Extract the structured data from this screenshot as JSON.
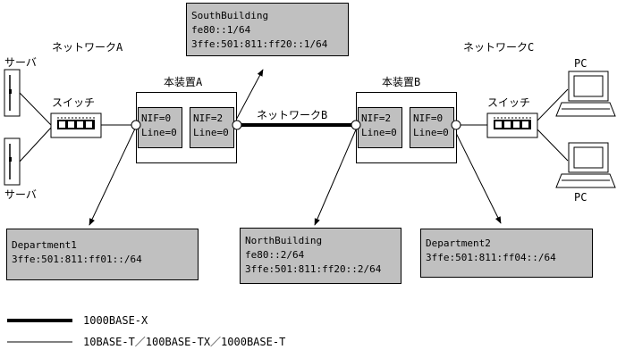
{
  "networks": {
    "a": "ネットワークA",
    "b": "ネットワークB",
    "c": "ネットワークC"
  },
  "devices": {
    "server_top": "サーバ",
    "server_bottom": "サーバ",
    "switch_left": "スイッチ",
    "switch_right": "スイッチ",
    "pc_top": "PC",
    "pc_bottom": "PC",
    "router_a": "本装置A",
    "router_b": "本装置B"
  },
  "ports": {
    "a_left": [
      "NIF=0",
      "Line=0"
    ],
    "a_right": [
      "NIF=2",
      "Line=0"
    ],
    "b_left": [
      "NIF=2",
      "Line=0"
    ],
    "b_right": [
      "NIF=0",
      "Line=0"
    ]
  },
  "info_boxes": {
    "south": [
      "SouthBuilding",
      "fe80::1/64",
      "3ffe:501:811:ff20::1/64"
    ],
    "dept1": [
      "Department1",
      "3ffe:501:811:ff01::/64"
    ],
    "north": [
      "NorthBuilding",
      "fe80::2/64",
      "3ffe:501:811:ff20::2/64"
    ],
    "dept2": [
      "Department2",
      "3ffe:501:811:ff04::/64"
    ]
  },
  "legend": {
    "thick": "1000BASE-X",
    "thin": "10BASE-T／100BASE-TX／1000BASE-T"
  }
}
